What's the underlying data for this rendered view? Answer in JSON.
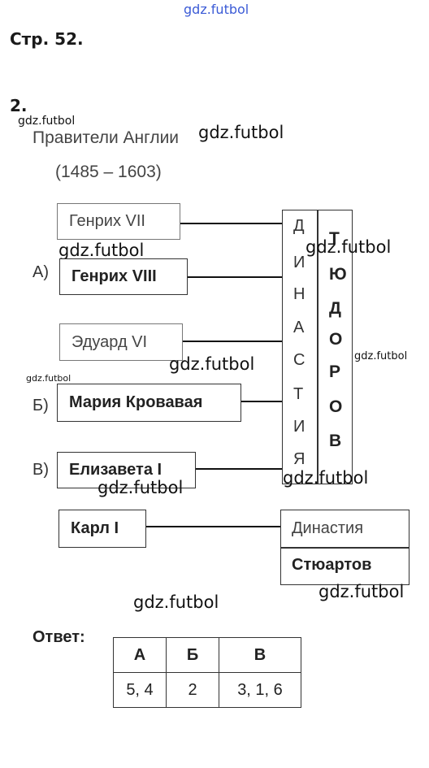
{
  "watermark": "gdz.futbol",
  "page_ref": "Стр. 52.",
  "task_number": "2.",
  "title": "Правители Англии",
  "years": "(1485 – 1603)",
  "rulers": [
    {
      "name": "Генрих VII",
      "label": ""
    },
    {
      "name": "Генрих VIII",
      "label": "А)"
    },
    {
      "name": "Эдуард VI",
      "label": ""
    },
    {
      "name": "Мария Кровавая",
      "label": "Б)"
    },
    {
      "name": "Елизавета I",
      "label": "В)"
    },
    {
      "name": "Карл I",
      "label": ""
    }
  ],
  "tudor_dynasty": {
    "word1_letters": [
      "Д",
      "И",
      "Н",
      "А",
      "С",
      "Т",
      "И",
      "Я"
    ],
    "word2_letters": [
      "Т",
      "Ю",
      "Д",
      "О",
      "Р",
      "О",
      "В"
    ]
  },
  "stuart_dynasty": {
    "line1": "Династия",
    "line2": "Стюартов"
  },
  "answer": {
    "label": "Ответ:",
    "headers": [
      "А",
      "Б",
      "В"
    ],
    "values": [
      "5, 4",
      "2",
      "3, 1, 6"
    ]
  }
}
